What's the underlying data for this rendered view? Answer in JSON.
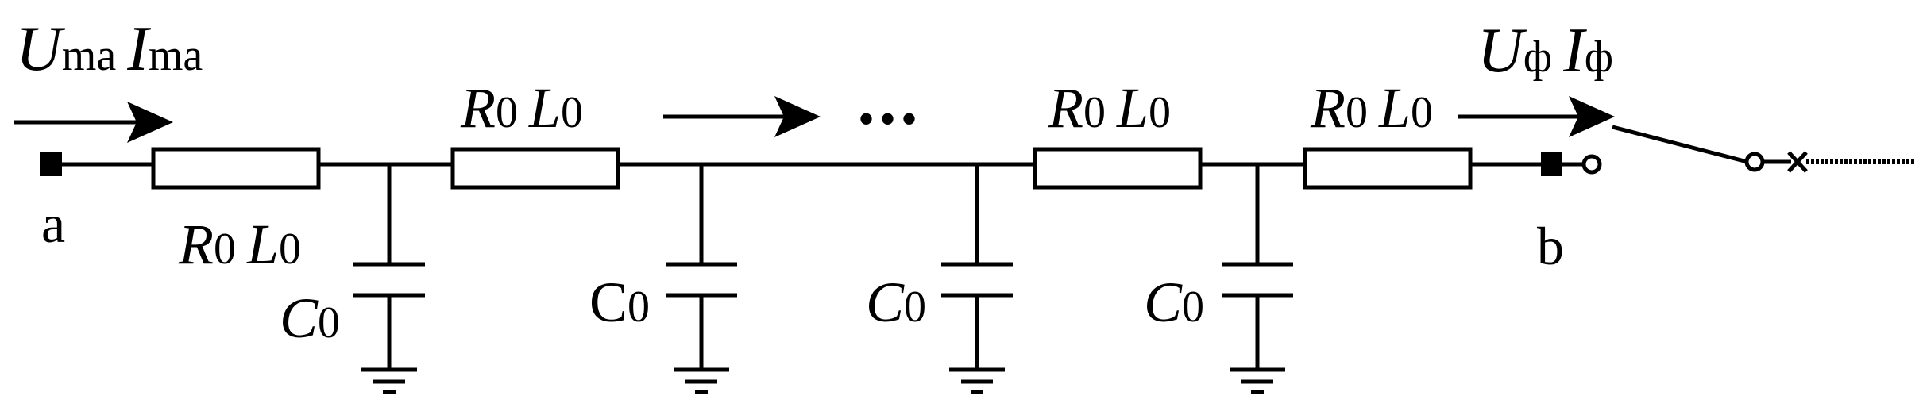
{
  "colors": {
    "line": "#000000",
    "background": "#ffffff"
  },
  "labels": {
    "input_voltage": "U",
    "input_voltage_sub": "ma",
    "input_current": "I",
    "input_current_sub": "ma",
    "output_voltage": "U",
    "output_voltage_sub": "ф",
    "output_current": "I",
    "output_current_sub": "ф",
    "node_a": "a",
    "node_b": "b",
    "resistance": "R",
    "inductance": "L",
    "capacitance": "C",
    "per_unit_sub": "0",
    "ellipsis": "•••"
  },
  "elements": {
    "resistor_count": 4,
    "capacitor_count": 4,
    "ground_count": 4,
    "has_switch": true,
    "has_fault_marker": true
  }
}
